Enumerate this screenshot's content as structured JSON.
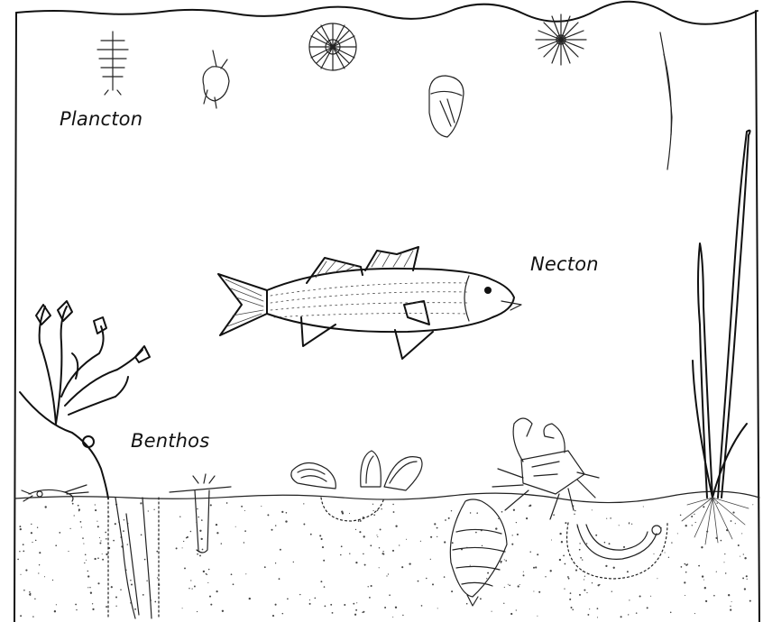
{
  "labels": {
    "plancton": "Plancton",
    "necton": "Necton",
    "benthos": "Benthos"
  },
  "colors": {
    "ink": "#111111",
    "background": "#ffffff"
  }
}
